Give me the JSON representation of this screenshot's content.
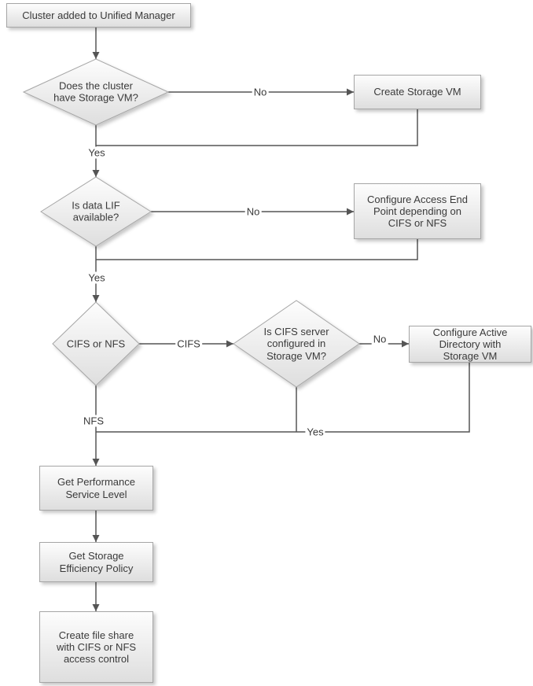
{
  "flowchart": {
    "nodes": {
      "start": "Cluster added to Unified Manager",
      "has_svm": "Does the cluster have Storage VM?",
      "create_svm": "Create Storage VM",
      "lif_available": "Is data LIF available?",
      "configure_endpoint": "Configure Access End Point depending on CIFS or NFS",
      "cifs_or_nfs": "CIFS or NFS",
      "cifs_configured": "Is CIFS server configured in Storage VM?",
      "configure_ad": "Configure Active Directory with Storage VM",
      "get_psl": "Get Performance Service Level",
      "get_sep": "Get Storage Efficiency Policy",
      "create_share": "Create file share with CIFS or NFS access control"
    },
    "edges": {
      "has_svm_no": "No",
      "has_svm_yes": "Yes",
      "lif_no": "No",
      "lif_yes": "Yes",
      "route_cifs": "CIFS",
      "route_nfs": "NFS",
      "cifs_cfg_no": "No",
      "cifs_cfg_yes": "Yes"
    },
    "colors": {
      "background": "#ffffff",
      "shape_fill_top": "#fdfdfd",
      "shape_fill_bottom": "#dedede",
      "shape_border": "#a6a6a6",
      "connector": "#555555",
      "text": "#3a3a3a"
    }
  }
}
